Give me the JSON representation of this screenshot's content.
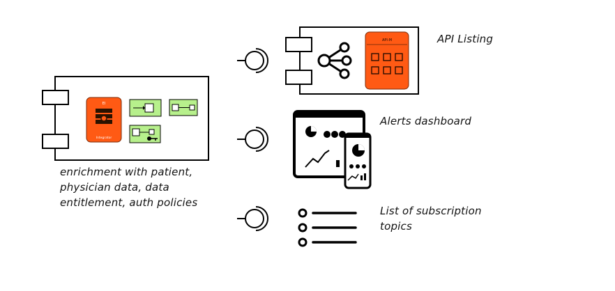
{
  "integrator": {
    "badge_top": "EI",
    "badge_bottom": "Integrator",
    "caption": "enrichment with patient, physician data, data entitlement, auth policies"
  },
  "api_manager": {
    "badge_top": "API-M",
    "label": "API Listing"
  },
  "dashboard": {
    "label": "Alerts dashboard"
  },
  "subscriptions": {
    "label": "List of subscription topics"
  },
  "colors": {
    "accent_orange": "#ff5a14",
    "mediator_green": "#b7f08c",
    "line": "#000000"
  }
}
